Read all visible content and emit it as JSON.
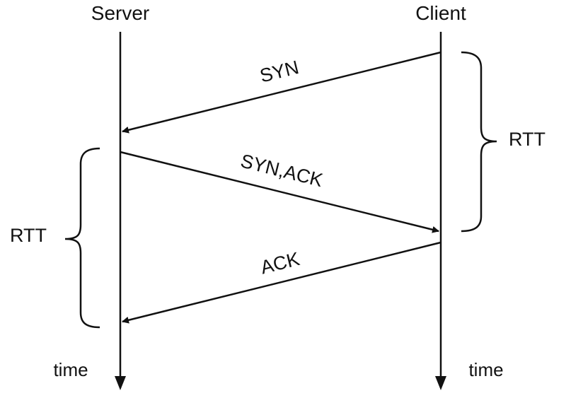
{
  "participants": {
    "left": "Server",
    "right": "Client"
  },
  "timeline": {
    "left_label": "time",
    "right_label": "time"
  },
  "messages": [
    {
      "label": "SYN",
      "from": "Client",
      "to": "Server"
    },
    {
      "label": "SYN,ACK",
      "from": "Server",
      "to": "Client"
    },
    {
      "label": "ACK",
      "from": "Client",
      "to": "Server"
    }
  ],
  "intervals": {
    "right": "RTT",
    "left": "RTT"
  },
  "colors": {
    "ink": "#111111",
    "background": "#ffffff"
  }
}
